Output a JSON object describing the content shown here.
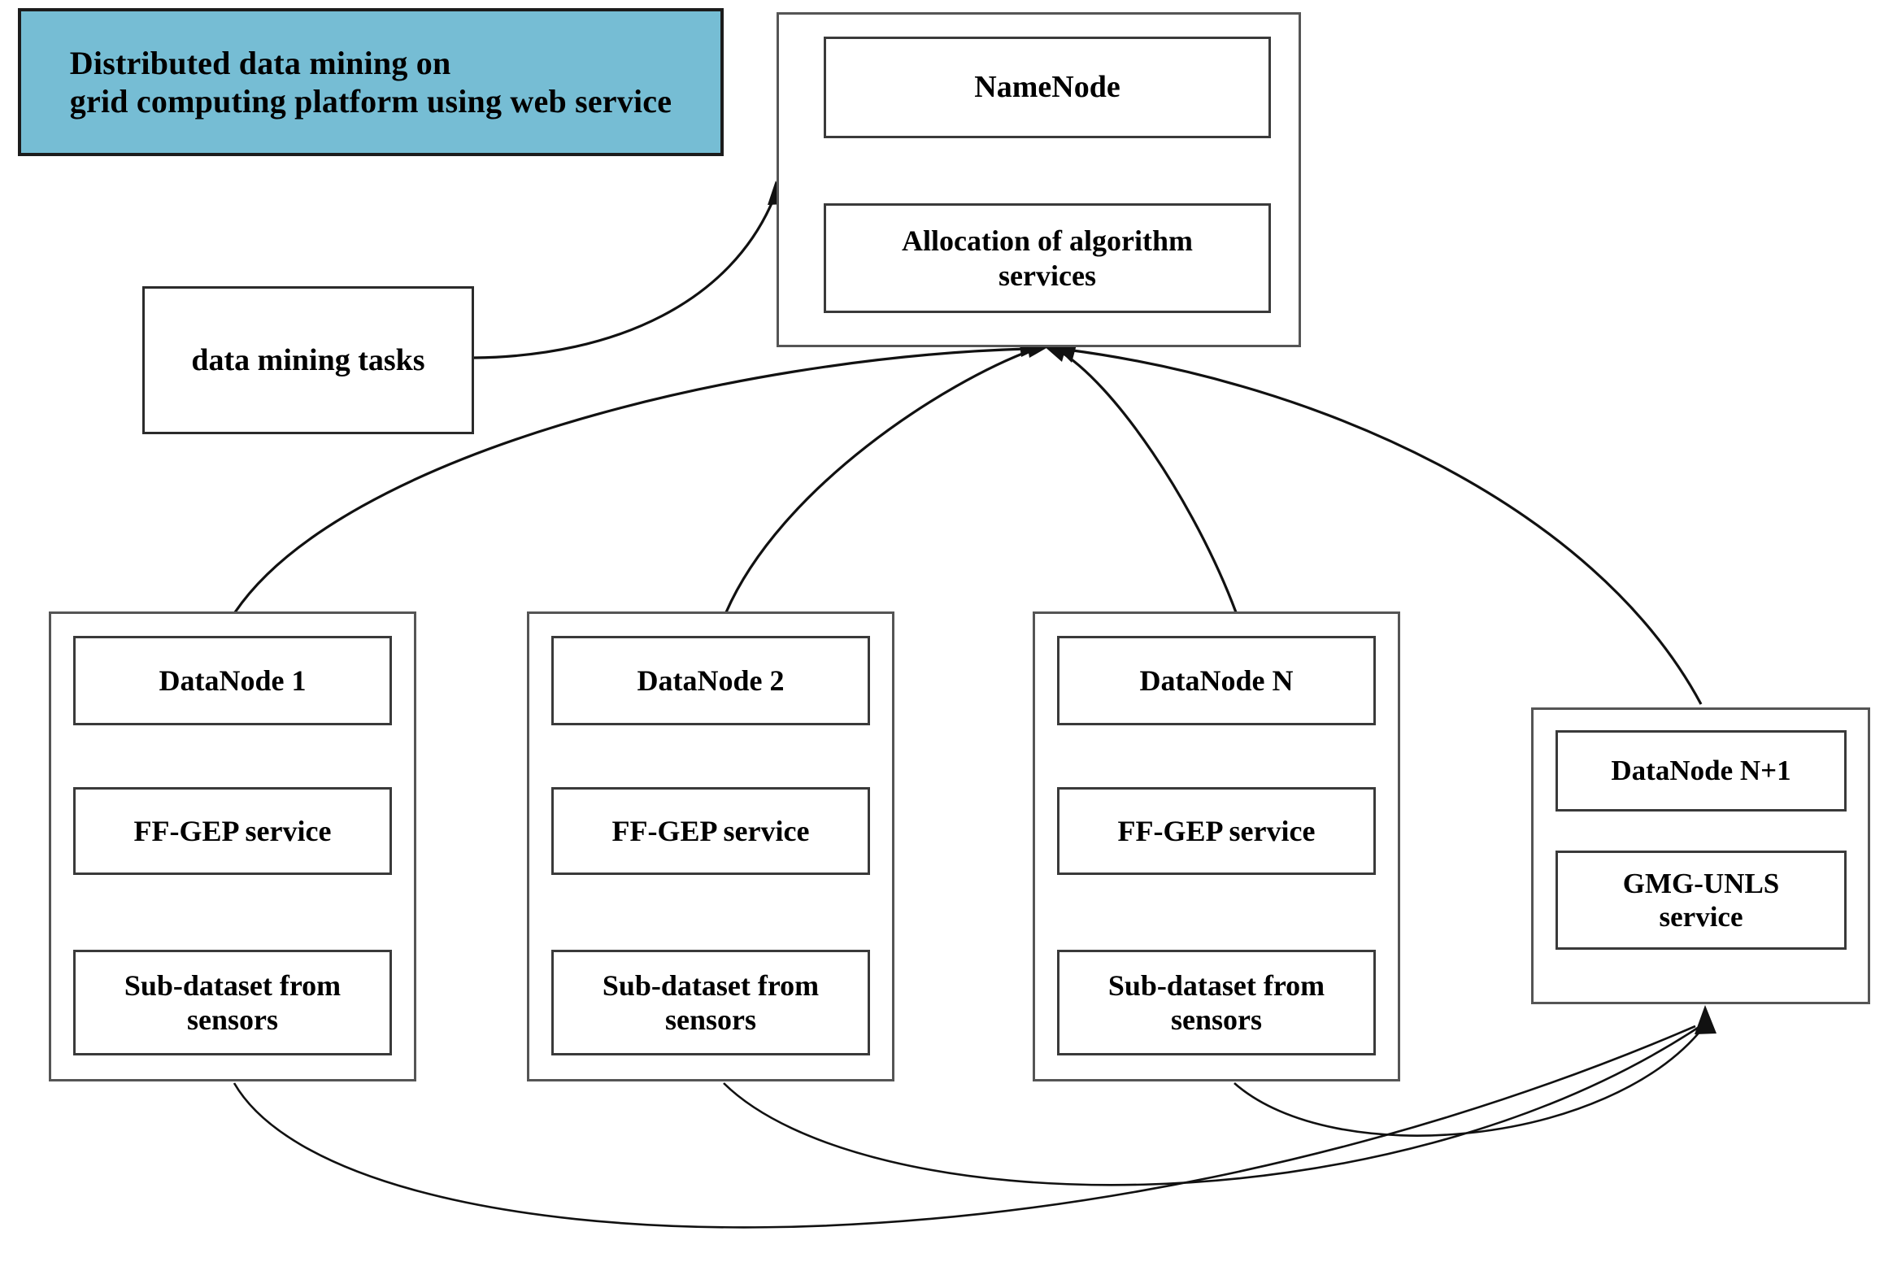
{
  "diagram": {
    "title_banner": {
      "text": "Distributed data mining on\ngrid computing platform using web service",
      "fill_color": "#76bdd4",
      "border_color": "#1c1c1c"
    },
    "namenode_cluster": {
      "name_box_label": "NameNode",
      "allocation_box_label": "Allocation of algorithm\nservices"
    },
    "tasks_box": {
      "label": "data mining tasks"
    },
    "datanodes": [
      {
        "title": "DataNode 1",
        "service": "FF-GEP service",
        "dataset": "Sub-dataset from\nsensors"
      },
      {
        "title": "DataNode 2",
        "service": "FF-GEP service",
        "dataset": "Sub-dataset from\nsensors"
      },
      {
        "title": "DataNode N",
        "service": "FF-GEP service",
        "dataset": "Sub-dataset from\nsensors"
      }
    ],
    "datanode_np1": {
      "title": "DataNode N+1",
      "service": "GMG-UNLS\nservice"
    },
    "colors": {
      "banner_fill": "#76bdd4",
      "box_stroke": "#2b2b2b",
      "edge_stroke": "#111111",
      "background": "#ffffff"
    }
  }
}
